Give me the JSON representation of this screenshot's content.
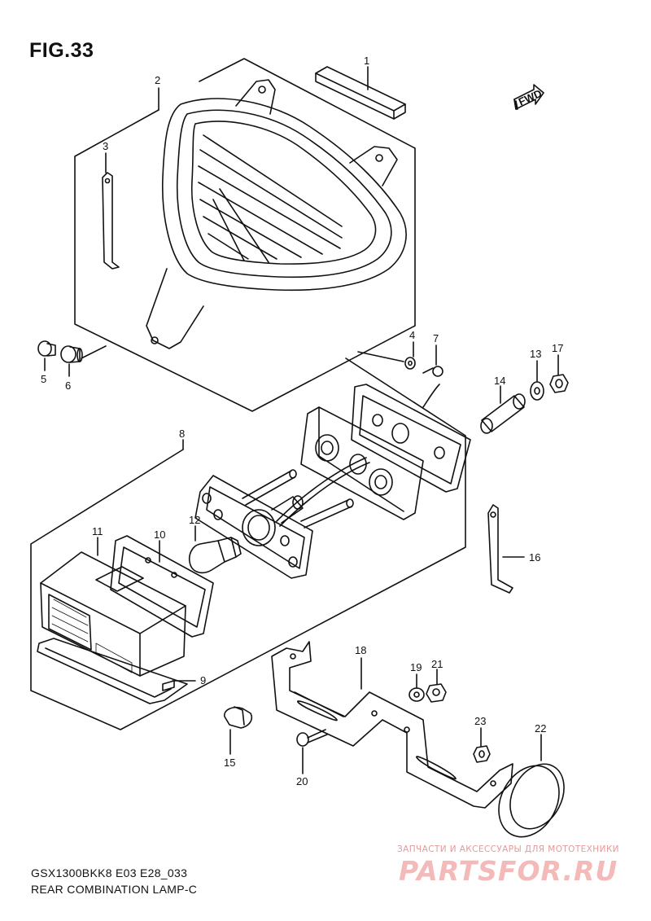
{
  "figure": {
    "title": "FIG.33"
  },
  "callouts": {
    "c1": "1",
    "c2": "2",
    "c3": "3",
    "c4": "4",
    "c5": "5",
    "c6": "6",
    "c7": "7",
    "c8": "8",
    "c9": "9",
    "c10": "10",
    "c11": "11",
    "c12": "12",
    "c13": "13",
    "c14": "14",
    "c15": "15",
    "c16": "16",
    "c17": "17",
    "c18": "18",
    "c19": "19",
    "c20": "20",
    "c21": "21",
    "c22": "22",
    "c23": "23"
  },
  "direction_badge": "FWD",
  "footer": {
    "model_code": "GSX1300BKK8 E03 E28_033",
    "section_title": "REAR COMBINATION LAMP-C"
  },
  "watermark": {
    "tagline": "ЗАПЧАСТИ И АКСЕССУАРЫ ДЛЯ МОТОТЕХНИКИ",
    "logo": "PARTSFOR.RU"
  }
}
